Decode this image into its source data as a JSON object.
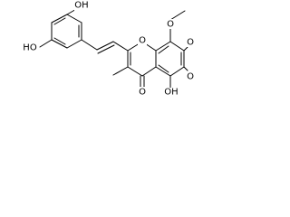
{
  "labels": {
    "oh_top": "OH",
    "ho_left": "HO",
    "o_ring": "O",
    "o_carbonyl": "O",
    "oh_c5": "OH",
    "o_c8": "O",
    "o_c7": "O",
    "o_c6": "O"
  },
  "colors": {
    "bond": "#000000",
    "label": "#000000",
    "background": "#ffffff"
  }
}
